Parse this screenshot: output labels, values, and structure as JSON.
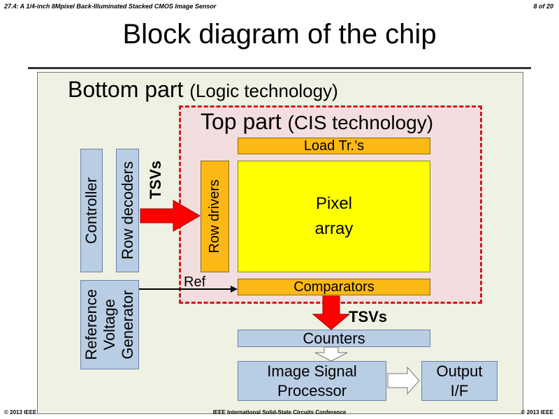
{
  "header": {
    "left": "27.4: A 1/4-inch 8Mpixel Back-Illuminated Stacked CMOS Image Sensor",
    "right": "8 of 20"
  },
  "title": "Block diagram of the chip",
  "bottom_part": {
    "label": "Bottom part",
    "tech": "(Logic technology)"
  },
  "top_part": {
    "label": "Top part",
    "tech": "(CIS technology)"
  },
  "blocks": {
    "load_tr": "Load Tr.’s",
    "pixel_array_line1": "Pixel",
    "pixel_array_line2": "array",
    "comparators": "Comparators",
    "row_drivers": "Row drivers",
    "controller": "Controller",
    "row_decoders": "Row decoders",
    "ref_gen_line1": "Reference",
    "ref_gen_line2": "Voltage",
    "ref_gen_line3": "Generator",
    "counters": "Counters",
    "isp_line1": "Image Signal",
    "isp_line2": "Processor",
    "output_line1": "Output",
    "output_line2": "I/F"
  },
  "labels": {
    "tsvs_left": "TSVs",
    "tsvs_bottom": "TSVs",
    "ref": "Ref"
  },
  "footer": {
    "left": "© 2013 IEEE",
    "center": "IEEE International Solid-State Circuits Conference",
    "right": "© 2013 IEEE"
  },
  "colors": {
    "panel_bg": "#eff1e3",
    "top_part_bg": "#f2dede",
    "top_part_border": "#d01a1a",
    "orange_block": "#fcb813",
    "pixel_array": "#ffff00",
    "blue_block": "#b9cde4",
    "tsv_arrow": "#ff0000"
  }
}
